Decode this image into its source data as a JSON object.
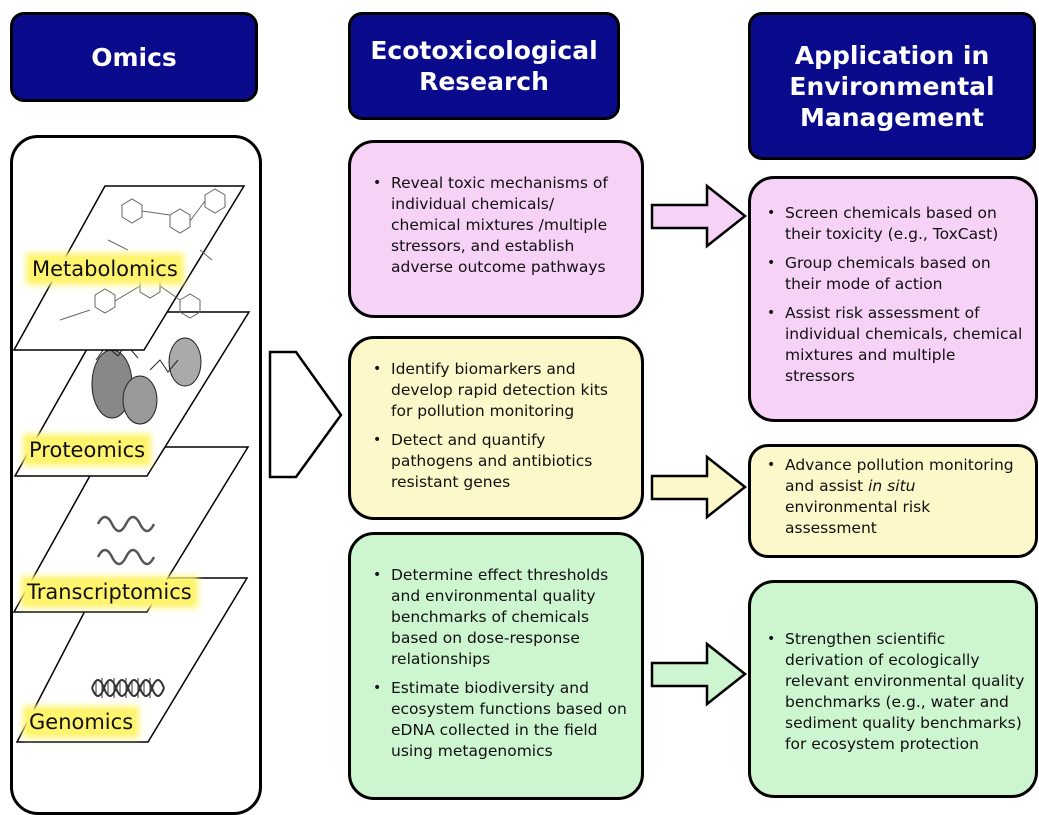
{
  "headers": {
    "omics": "Omics",
    "research": "Ecotoxicological\nResearch",
    "application": "Application in\nEnvironmental\nManagement"
  },
  "omics_layers": [
    "Metabolomics",
    "Proteomics",
    "Transcriptomics",
    "Genomics"
  ],
  "research_boxes": [
    {
      "color": "#f7d2f7",
      "items": [
        "Reveal toxic mechanisms of individual chemicals/ chemical mixtures /multiple stressors, and establish adverse outcome pathways"
      ]
    },
    {
      "color": "#fcf8c9",
      "items": [
        "Identify biomarkers and develop rapid detection kits for pollution monitoring",
        "Detect and quantify pathogens and antibiotics resistant genes"
      ]
    },
    {
      "color": "#cdf5cf",
      "items": [
        "Determine effect thresholds and environmental quality benchmarks of chemicals based on dose-response relationships",
        "Estimate biodiversity and ecosystem functions based on eDNA collected in the field using metagenomics"
      ]
    }
  ],
  "application_boxes": [
    {
      "color": "#f7d2f7",
      "items": [
        "Screen chemicals based on their toxicity (e.g., ToxCast)",
        "Group chemicals based on their mode of action",
        "Assist risk assessment of individual chemicals, chemical mixtures and multiple stressors"
      ]
    },
    {
      "color": "#fcf8c9",
      "items_parts": [
        "Advance pollution monitoring and assist ",
        "in situ",
        " environmental risk assessment"
      ]
    },
    {
      "color": "#cdf5cf",
      "items": [
        "Strengthen scientific derivation of ecologically relevant environmental quality benchmarks (e.g., water and sediment quality benchmarks) for ecosystem protection"
      ]
    }
  ],
  "colors": {
    "header_bg": "#0a0a8c",
    "pink": "#f7d2f7",
    "yellow": "#fcf8c9",
    "green": "#cdf5cf",
    "highlight": "#fff46e"
  }
}
